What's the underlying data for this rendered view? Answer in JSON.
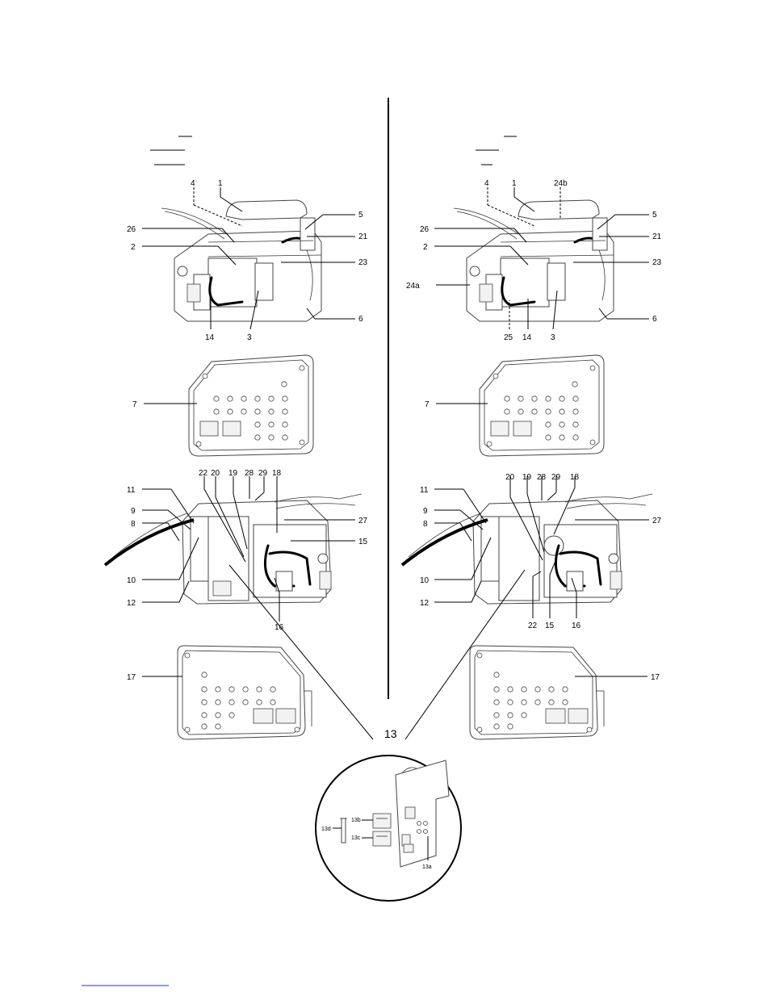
{
  "labels": {
    "l1": "1",
    "l2": "2",
    "l3": "3",
    "l4": "4",
    "l5": "5",
    "l6": "6",
    "l7": "7",
    "l8": "8",
    "l9": "9",
    "l10": "10",
    "l11": "11",
    "l12": "12",
    "l13": "13",
    "l13a": "13a",
    "l13b": "13b",
    "l13c": "13c",
    "l13d": "13d",
    "l14": "14",
    "l15": "15",
    "l16": "16",
    "l17": "17",
    "l18": "18",
    "l19": "19",
    "l20": "20",
    "l21": "21",
    "l22": "22",
    "l23": "23",
    "l24a": "24a",
    "l24b": "24b",
    "l25": "25",
    "l26": "26",
    "l27": "27",
    "l28": "28",
    "l29": "29"
  }
}
